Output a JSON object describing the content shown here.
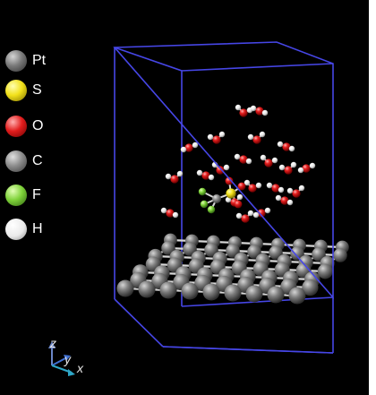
{
  "legend": [
    {
      "label": "Pt",
      "color": "#7a7a7a",
      "icon": "platinum-atom-sphere"
    },
    {
      "label": "S",
      "color": "#f2e11a",
      "icon": "sulfur-atom-sphere"
    },
    {
      "label": "O",
      "color": "#e21d1d",
      "icon": "oxygen-atom-sphere"
    },
    {
      "label": "C",
      "color": "#8c8c8c",
      "icon": "carbon-atom-sphere"
    },
    {
      "label": "F",
      "color": "#7fd23a",
      "icon": "fluorine-atom-sphere"
    },
    {
      "label": "H",
      "color": "#f4f4f4",
      "icon": "hydrogen-atom-sphere"
    }
  ],
  "axes": {
    "z": "z",
    "y": "y",
    "x": "x",
    "colors": {
      "z": "#6b86c8",
      "y": "#3f6fd1",
      "x": "#2ea6c6"
    }
  },
  "colors": {
    "background": "#000000",
    "cell_box": "#4646e6",
    "bond": "#dcdcdc"
  }
}
